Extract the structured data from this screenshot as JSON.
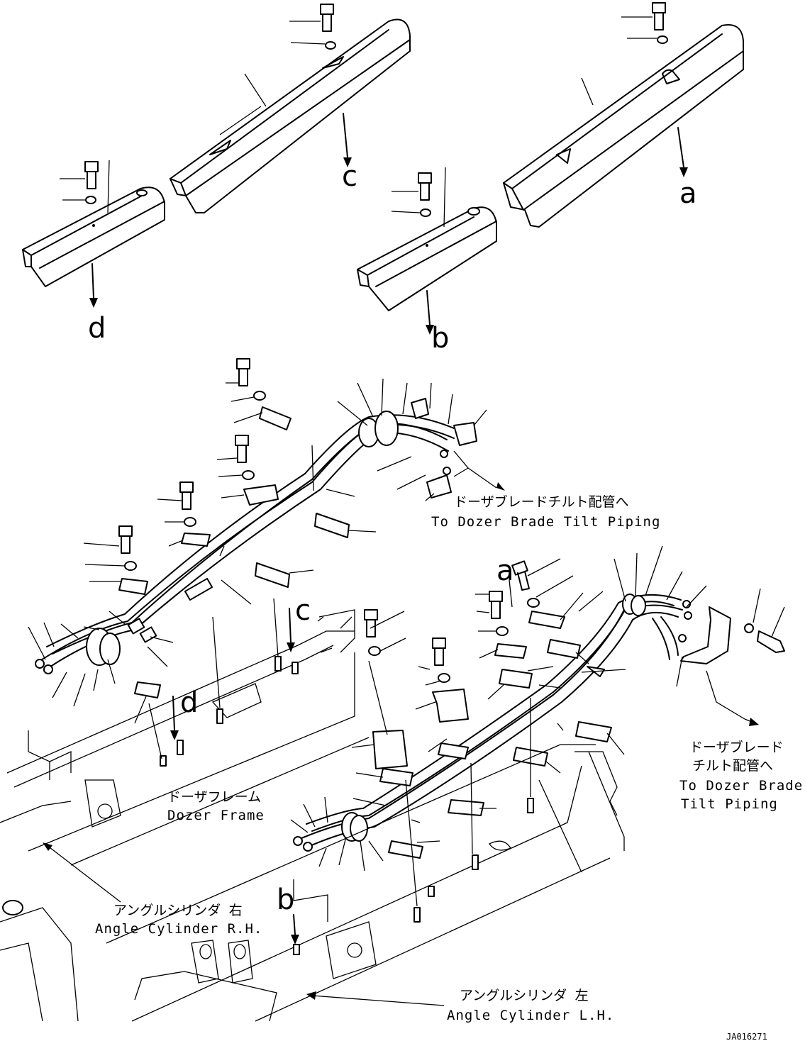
{
  "drawing_id": "JA016271",
  "callouts": {
    "a_top": "a",
    "b_top": "b",
    "c_top": "c",
    "d_top": "d",
    "a_mid": "a",
    "c_mid": "c",
    "d_mid": "d",
    "b_low": "b"
  },
  "labels": {
    "tilt_upper_jp": "ドーザブレードチルト配管へ",
    "tilt_upper_en": "To Dozer Brade Tilt Piping",
    "tilt_right_jp1": "ドーザブレード",
    "tilt_right_jp2": "チルト配管へ",
    "tilt_right_en1": "To Dozer Brade",
    "tilt_right_en2": "Tilt Piping",
    "frame_jp": "ドーザフレーム",
    "frame_en": "Dozer Frame",
    "angle_rh_jp": "アングルシリンダ 右",
    "angle_rh_en": "Angle Cylinder R.H.",
    "angle_lh_jp": "アングルシリンダ 左",
    "angle_lh_en": "Angle Cylinder L.H."
  }
}
